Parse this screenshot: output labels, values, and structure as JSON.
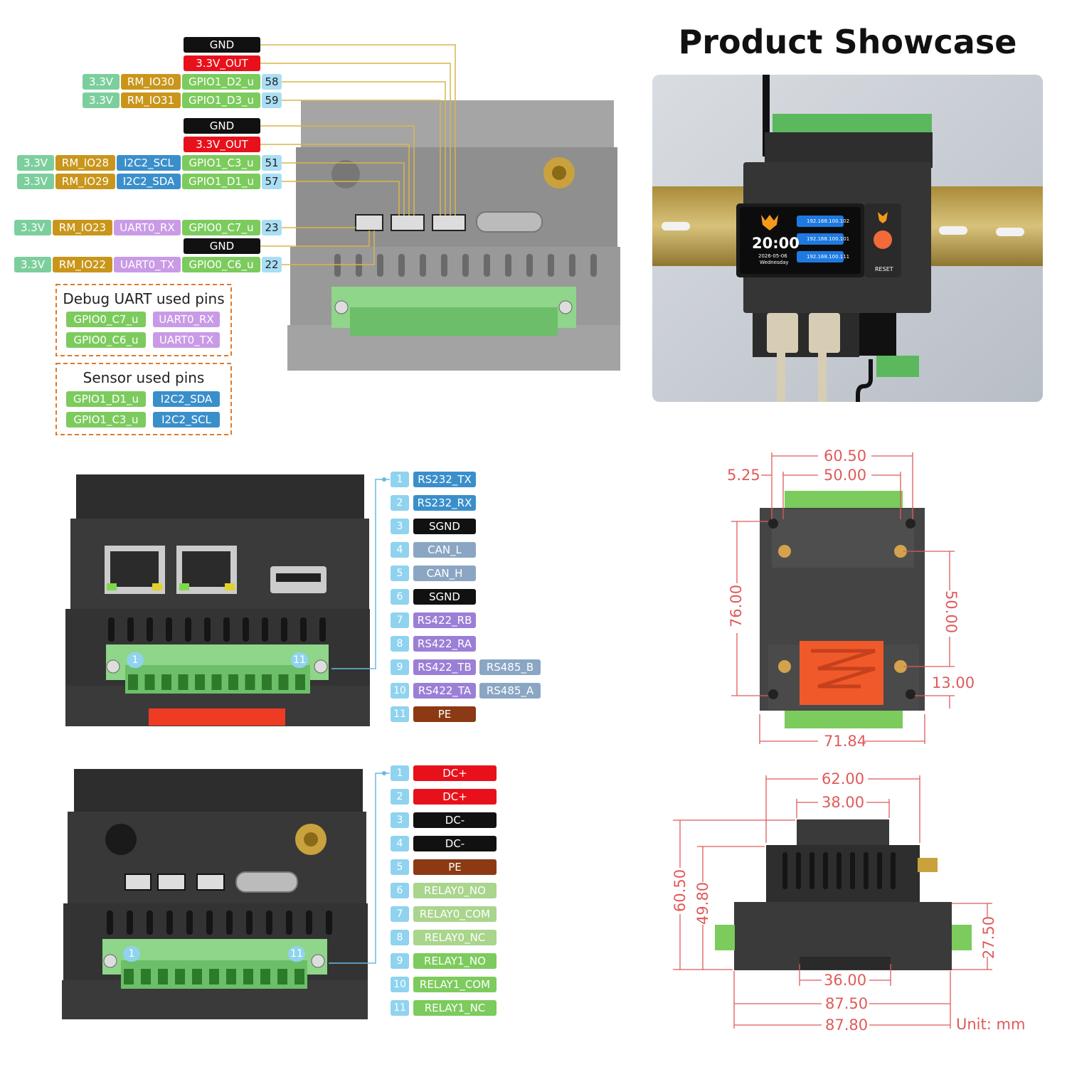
{
  "colors": {
    "black": "#111111",
    "red": "#e8101a",
    "green": "#7ccb5d",
    "gold": "#c9961b",
    "teal": "#7ccf9d",
    "blue": "#3a8fcb",
    "purple": "#c99be6",
    "slate": "#8aa6c3",
    "violet": "#9b7fd6",
    "brown": "#8b3a14",
    "pale_green": "#a9d58c",
    "num_blue": "#a9def4",
    "dim_red": "#e05a5a"
  },
  "showcase": {
    "title": "Product Showcase",
    "screen_time": "20:00",
    "screen_date": "2026-05-06",
    "screen_day": "Wednesday",
    "ip_list": [
      "192.168.100.102",
      "192.168.100.101",
      "192.168.100.111"
    ],
    "reset_label": "RESET",
    "icons": [
      "fox-logo-icon",
      "antenna-icon",
      "ethernet-cable-icon",
      "usb-cable-icon"
    ]
  },
  "top_pinout": {
    "rows": [
      {
        "items": [
          {
            "t": "GND",
            "c": "black"
          }
        ]
      },
      {
        "items": [
          {
            "t": "3.3V_OUT",
            "c": "red"
          }
        ]
      },
      {
        "items": [
          {
            "t": "3.3V",
            "c": "teal"
          },
          {
            "t": "RM_IO30",
            "c": "gold"
          },
          {
            "t": "GPIO1_D2_u",
            "c": "green"
          },
          {
            "t": "58",
            "c": "num_blue"
          }
        ]
      },
      {
        "items": [
          {
            "t": "3.3V",
            "c": "teal"
          },
          {
            "t": "RM_IO31",
            "c": "gold"
          },
          {
            "t": "GPIO1_D3_u",
            "c": "green"
          },
          {
            "t": "59",
            "c": "num_blue"
          }
        ]
      },
      {
        "items": [
          {
            "t": "GND",
            "c": "black"
          }
        ]
      },
      {
        "items": [
          {
            "t": "3.3V_OUT",
            "c": "red"
          }
        ]
      },
      {
        "items": [
          {
            "t": "3.3V",
            "c": "teal"
          },
          {
            "t": "RM_IO28",
            "c": "gold"
          },
          {
            "t": "I2C2_SCL",
            "c": "blue"
          },
          {
            "t": "GPIO1_C3_u",
            "c": "green"
          },
          {
            "t": "51",
            "c": "num_blue"
          }
        ]
      },
      {
        "items": [
          {
            "t": "3.3V",
            "c": "teal"
          },
          {
            "t": "RM_IO29",
            "c": "gold"
          },
          {
            "t": "I2C2_SDA",
            "c": "blue"
          },
          {
            "t": "GPIO1_D1_u",
            "c": "green"
          },
          {
            "t": "57",
            "c": "num_blue"
          }
        ]
      },
      {
        "items": [
          {
            "t": "3.3V",
            "c": "teal"
          },
          {
            "t": "RM_IO23",
            "c": "gold"
          },
          {
            "t": "UART0_RX",
            "c": "purple"
          },
          {
            "t": "GPIO0_C7_u",
            "c": "green"
          },
          {
            "t": "23",
            "c": "num_blue"
          }
        ]
      },
      {
        "items": [
          {
            "t": "GND",
            "c": "black"
          }
        ]
      },
      {
        "items": [
          {
            "t": "3.3V",
            "c": "teal"
          },
          {
            "t": "RM_IO22",
            "c": "gold"
          },
          {
            "t": "UART0_TX",
            "c": "purple"
          },
          {
            "t": "GPIO0_C6_u",
            "c": "green"
          },
          {
            "t": "22",
            "c": "num_blue"
          }
        ]
      }
    ],
    "debug_box": {
      "title": "Debug UART used pins",
      "rows": [
        [
          {
            "t": "GPIO0_C7_u",
            "c": "green"
          },
          {
            "t": "UART0_RX",
            "c": "purple"
          }
        ],
        [
          {
            "t": "GPIO0_C6_u",
            "c": "green"
          },
          {
            "t": "UART0_TX",
            "c": "purple"
          }
        ]
      ]
    },
    "sensor_box": {
      "title": "Sensor used pins",
      "rows": [
        [
          {
            "t": "GPIO1_D1_u",
            "c": "green"
          },
          {
            "t": "I2C2_SDA",
            "c": "blue"
          }
        ],
        [
          {
            "t": "GPIO1_C3_u",
            "c": "green"
          },
          {
            "t": "I2C2_SCL",
            "c": "blue"
          }
        ]
      ]
    }
  },
  "terminal_a": {
    "end_labels": [
      "1",
      "11"
    ],
    "pins": [
      {
        "n": "1",
        "labels": [
          {
            "t": "RS232_TX",
            "c": "blue"
          }
        ]
      },
      {
        "n": "2",
        "labels": [
          {
            "t": "RS232_RX",
            "c": "blue"
          }
        ]
      },
      {
        "n": "3",
        "labels": [
          {
            "t": "SGND",
            "c": "black"
          }
        ]
      },
      {
        "n": "4",
        "labels": [
          {
            "t": "CAN_L",
            "c": "slate"
          }
        ]
      },
      {
        "n": "5",
        "labels": [
          {
            "t": "CAN_H",
            "c": "slate"
          }
        ]
      },
      {
        "n": "6",
        "labels": [
          {
            "t": "SGND",
            "c": "black"
          }
        ]
      },
      {
        "n": "7",
        "labels": [
          {
            "t": "RS422_RB",
            "c": "violet"
          }
        ]
      },
      {
        "n": "8",
        "labels": [
          {
            "t": "RS422_RA",
            "c": "violet"
          }
        ]
      },
      {
        "n": "9",
        "labels": [
          {
            "t": "RS422_TB",
            "c": "violet"
          },
          {
            "t": "RS485_B",
            "c": "slate"
          }
        ]
      },
      {
        "n": "10",
        "labels": [
          {
            "t": "RS422_TA",
            "c": "violet"
          },
          {
            "t": "RS485_A",
            "c": "slate"
          }
        ]
      },
      {
        "n": "11",
        "labels": [
          {
            "t": "PE",
            "c": "brown"
          }
        ]
      }
    ]
  },
  "terminal_b": {
    "end_labels": [
      "1",
      "11"
    ],
    "pins": [
      {
        "n": "1",
        "labels": [
          {
            "t": "DC+",
            "c": "red"
          }
        ]
      },
      {
        "n": "2",
        "labels": [
          {
            "t": "DC+",
            "c": "red"
          }
        ]
      },
      {
        "n": "3",
        "labels": [
          {
            "t": "DC-",
            "c": "black"
          }
        ]
      },
      {
        "n": "4",
        "labels": [
          {
            "t": "DC-",
            "c": "black"
          }
        ]
      },
      {
        "n": "5",
        "labels": [
          {
            "t": "PE",
            "c": "brown"
          }
        ]
      },
      {
        "n": "6",
        "labels": [
          {
            "t": "RELAY0_NO",
            "c": "pale_green"
          }
        ]
      },
      {
        "n": "7",
        "labels": [
          {
            "t": "RELAY0_COM",
            "c": "pale_green"
          }
        ]
      },
      {
        "n": "8",
        "labels": [
          {
            "t": "RELAY0_NC",
            "c": "pale_green"
          }
        ]
      },
      {
        "n": "9",
        "labels": [
          {
            "t": "RELAY1_NO",
            "c": "green"
          }
        ]
      },
      {
        "n": "10",
        "labels": [
          {
            "t": "RELAY1_COM",
            "c": "green"
          }
        ]
      },
      {
        "n": "11",
        "labels": [
          {
            "t": "RELAY1_NC",
            "c": "green"
          }
        ]
      }
    ]
  },
  "dimensions": {
    "back_view": {
      "w_outer": "60.50",
      "w_inner": "50.00",
      "offset": "5.25",
      "h_left": "76.00",
      "h_right": "50.00",
      "bottom_gap": "13.00",
      "w_total": "71.84"
    },
    "side_view": {
      "w_top": "62.00",
      "w_upper": "38.00",
      "h_total": "60.50",
      "h_body": "49.80",
      "h_rail": "27.50",
      "w_slot": "36.00",
      "w_mid": "87.50",
      "w_bottom": "87.80",
      "unit": "Unit: mm"
    }
  }
}
